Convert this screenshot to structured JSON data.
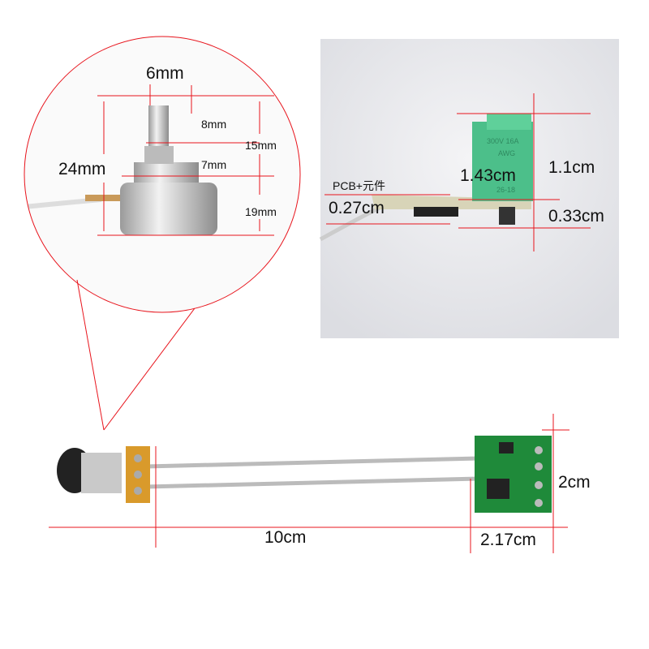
{
  "magnifier": {
    "labels": {
      "shaft_width": "6mm",
      "shaft_length": "8mm",
      "upper_height": "15mm",
      "thread_length": "7mm",
      "total_height": "24mm",
      "body_diameter": "19mm"
    }
  },
  "side_photo": {
    "component_caption": "PCB+元件",
    "pcb_thickness": "0.27cm",
    "terminal_height": "1.43cm",
    "terminal_top": "1.1cm",
    "bottom_clearance": "0.33cm",
    "terminal_marking": [
      "300V 16A",
      "AWG",
      "26-18"
    ]
  },
  "assembly": {
    "total_length": "10cm",
    "board_width": "2.17cm",
    "board_height": "2cm"
  },
  "colors": {
    "dimension_line": "#e8141c",
    "terminal_green": "#4cbf8a",
    "pcb_green": "#1f8a3a",
    "pot_body": "#c9c9c9",
    "pot_tab": "#d99a2b"
  }
}
